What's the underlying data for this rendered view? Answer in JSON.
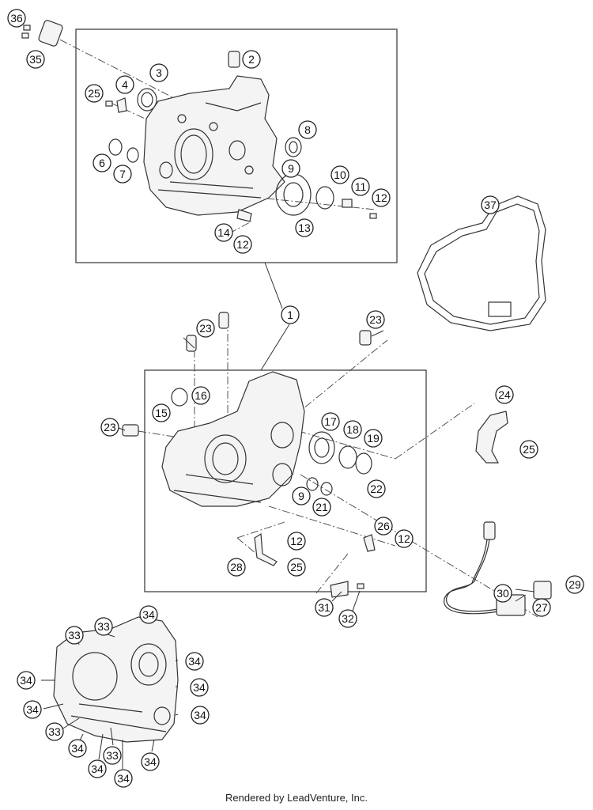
{
  "footer_text": "Rendered by LeadVenture, Inc.",
  "callouts": {
    "c36": "36",
    "c35": "35",
    "c2": "2",
    "c3": "3",
    "c4": "4",
    "c25a": "25",
    "c8": "8",
    "c6": "6",
    "c7": "7",
    "c9a": "9",
    "c10": "10",
    "c11": "11",
    "c12a": "12",
    "c13": "13",
    "c14": "14",
    "c12b": "12",
    "c37": "37",
    "c1": "1",
    "c23a": "23",
    "c23b": "23",
    "c23c": "23",
    "c16": "16",
    "c15": "15",
    "c17": "17",
    "c18": "18",
    "c19": "19",
    "c24": "24",
    "c25b": "25",
    "c9b": "9",
    "c21": "21",
    "c22": "22",
    "c26": "26",
    "c12c": "12",
    "c12d": "12",
    "c28": "28",
    "c25c": "25",
    "c30": "30",
    "c29": "29",
    "c27": "27",
    "c31": "31",
    "c32": "32",
    "c33a": "33",
    "c33b": "33",
    "c34a": "34",
    "c34b": "34",
    "c34c": "34",
    "c34d": "34",
    "c34e": "34",
    "c34f": "34",
    "c33c": "33",
    "c34g": "34",
    "c34h": "34",
    "c33d": "33",
    "c34i": "34",
    "c34j": "34"
  }
}
